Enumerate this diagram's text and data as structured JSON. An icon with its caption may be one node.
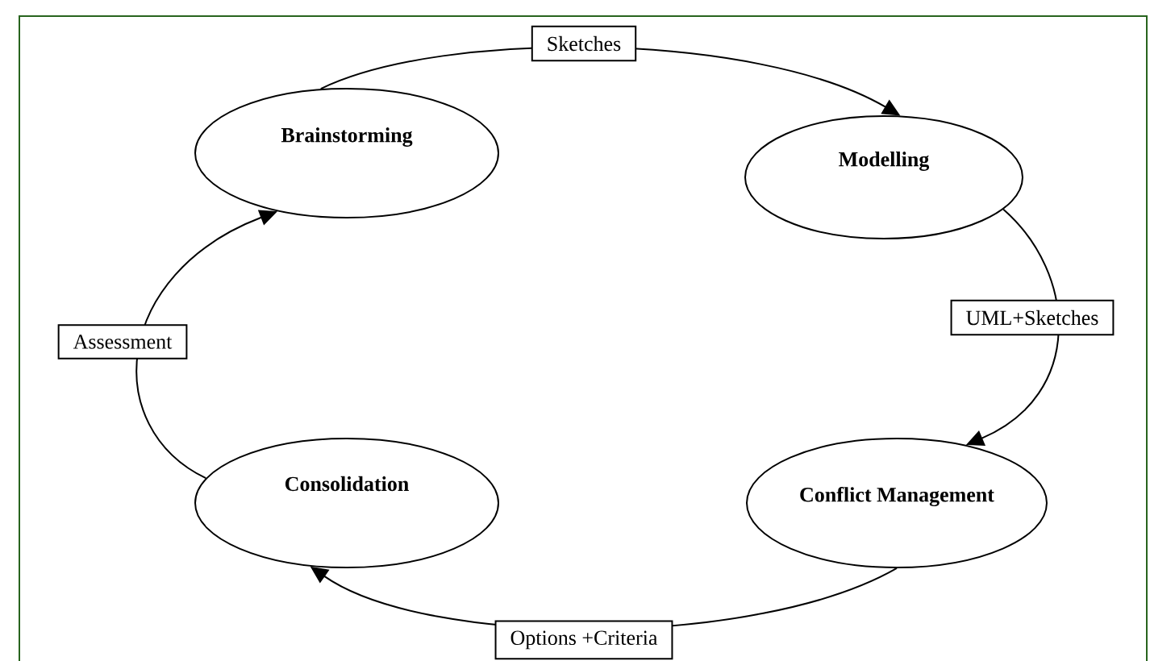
{
  "diagram": {
    "nodes": [
      {
        "text": [
          "Brainstorming"
        ]
      },
      {
        "text": [
          "Modelling"
        ]
      },
      {
        "text": [
          "Conflict Management"
        ]
      },
      {
        "text": [
          "Consolidation"
        ]
      }
    ],
    "edges": [
      {
        "from": 0,
        "to": 1,
        "arrow": "to",
        "label": "Sketches"
      },
      {
        "from": 1,
        "to": 2,
        "arrow": "to",
        "label": "UML+Sketches"
      },
      {
        "from": 2,
        "to": 3,
        "arrow": "to",
        "label": "Options +Criteria"
      },
      {
        "from": 3,
        "to": 0,
        "arrow": "to",
        "label": "Assessment"
      }
    ]
  }
}
